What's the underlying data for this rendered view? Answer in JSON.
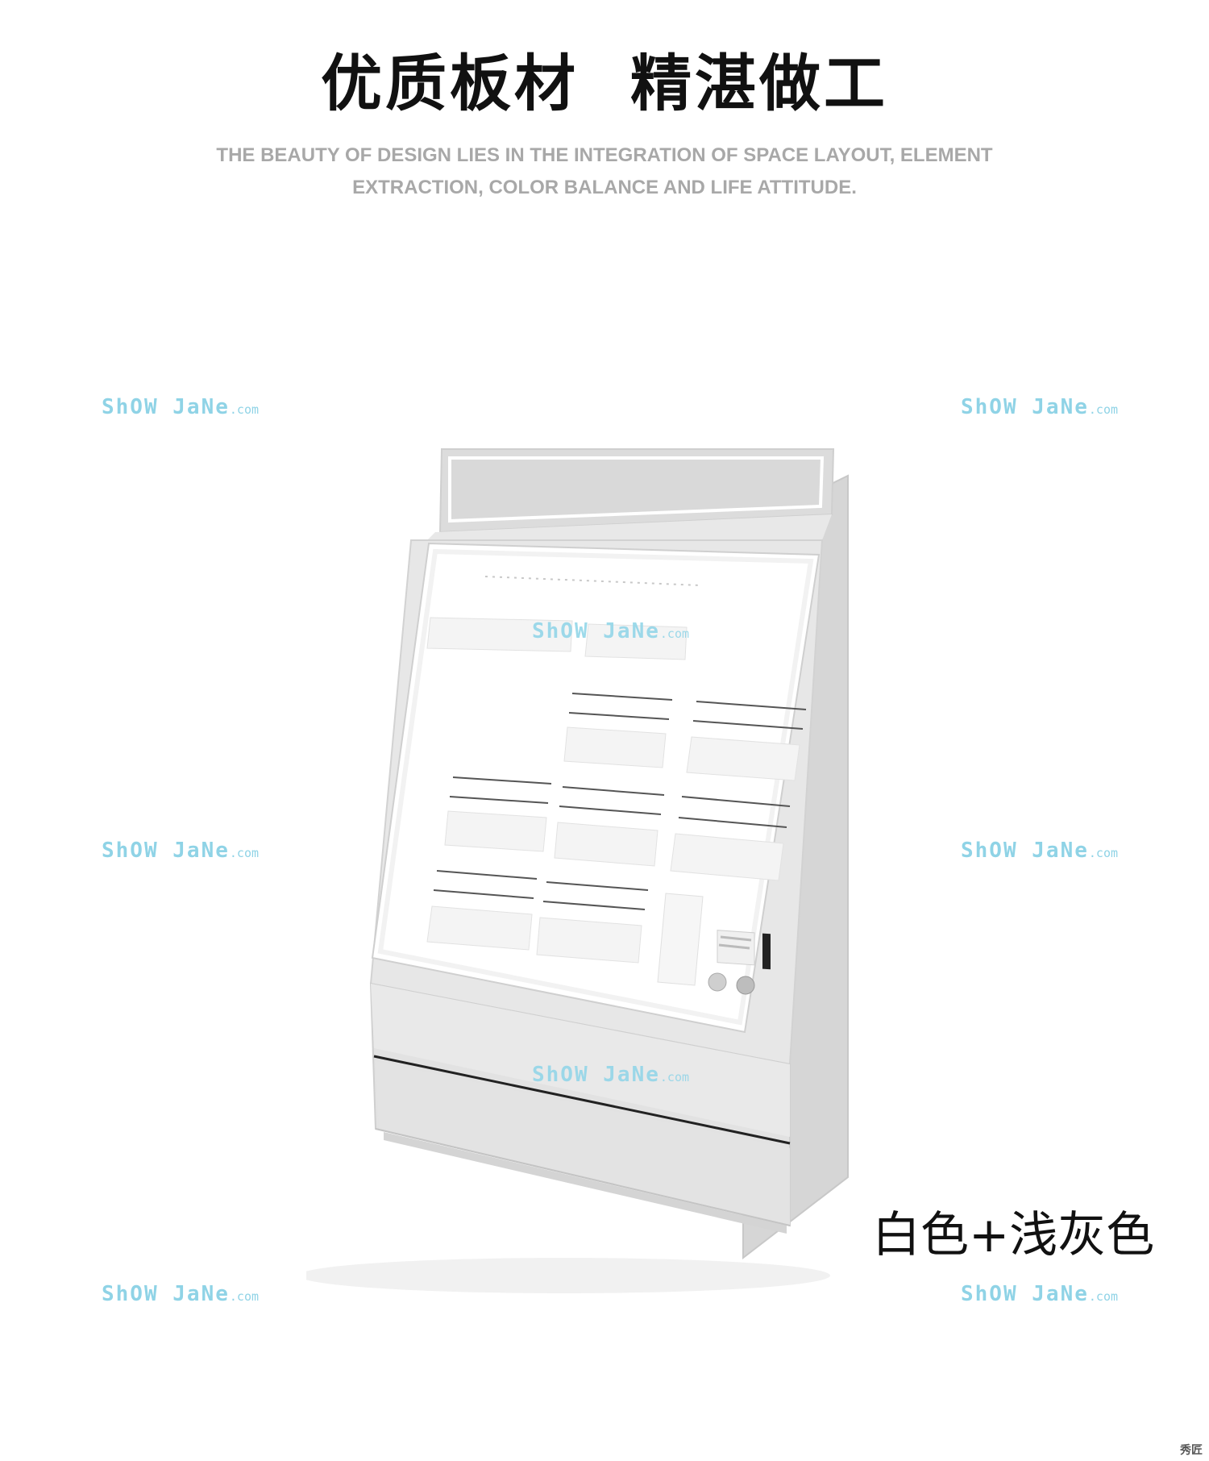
{
  "headline": {
    "left": "优质板材",
    "right": "精湛做工"
  },
  "subtitle": {
    "line1": "THE BEAUTY OF DESIGN LIES IN THE INTEGRATION OF SPACE LAYOUT, ELEMENT",
    "line2": "EXTRACTION, COLOR BALANCE AND LIFE ATTITUDE."
  },
  "watermark": {
    "brand": "ShOW JaNe",
    "domain": ".com"
  },
  "caption": "白色+浅灰色",
  "corner_logo": "秀匠",
  "colors": {
    "cabinet_face": "#ffffff",
    "cabinet_body": "#e4e4e4",
    "cabinet_side": "#d8d8d8",
    "watermark": "#8fd3e6"
  }
}
